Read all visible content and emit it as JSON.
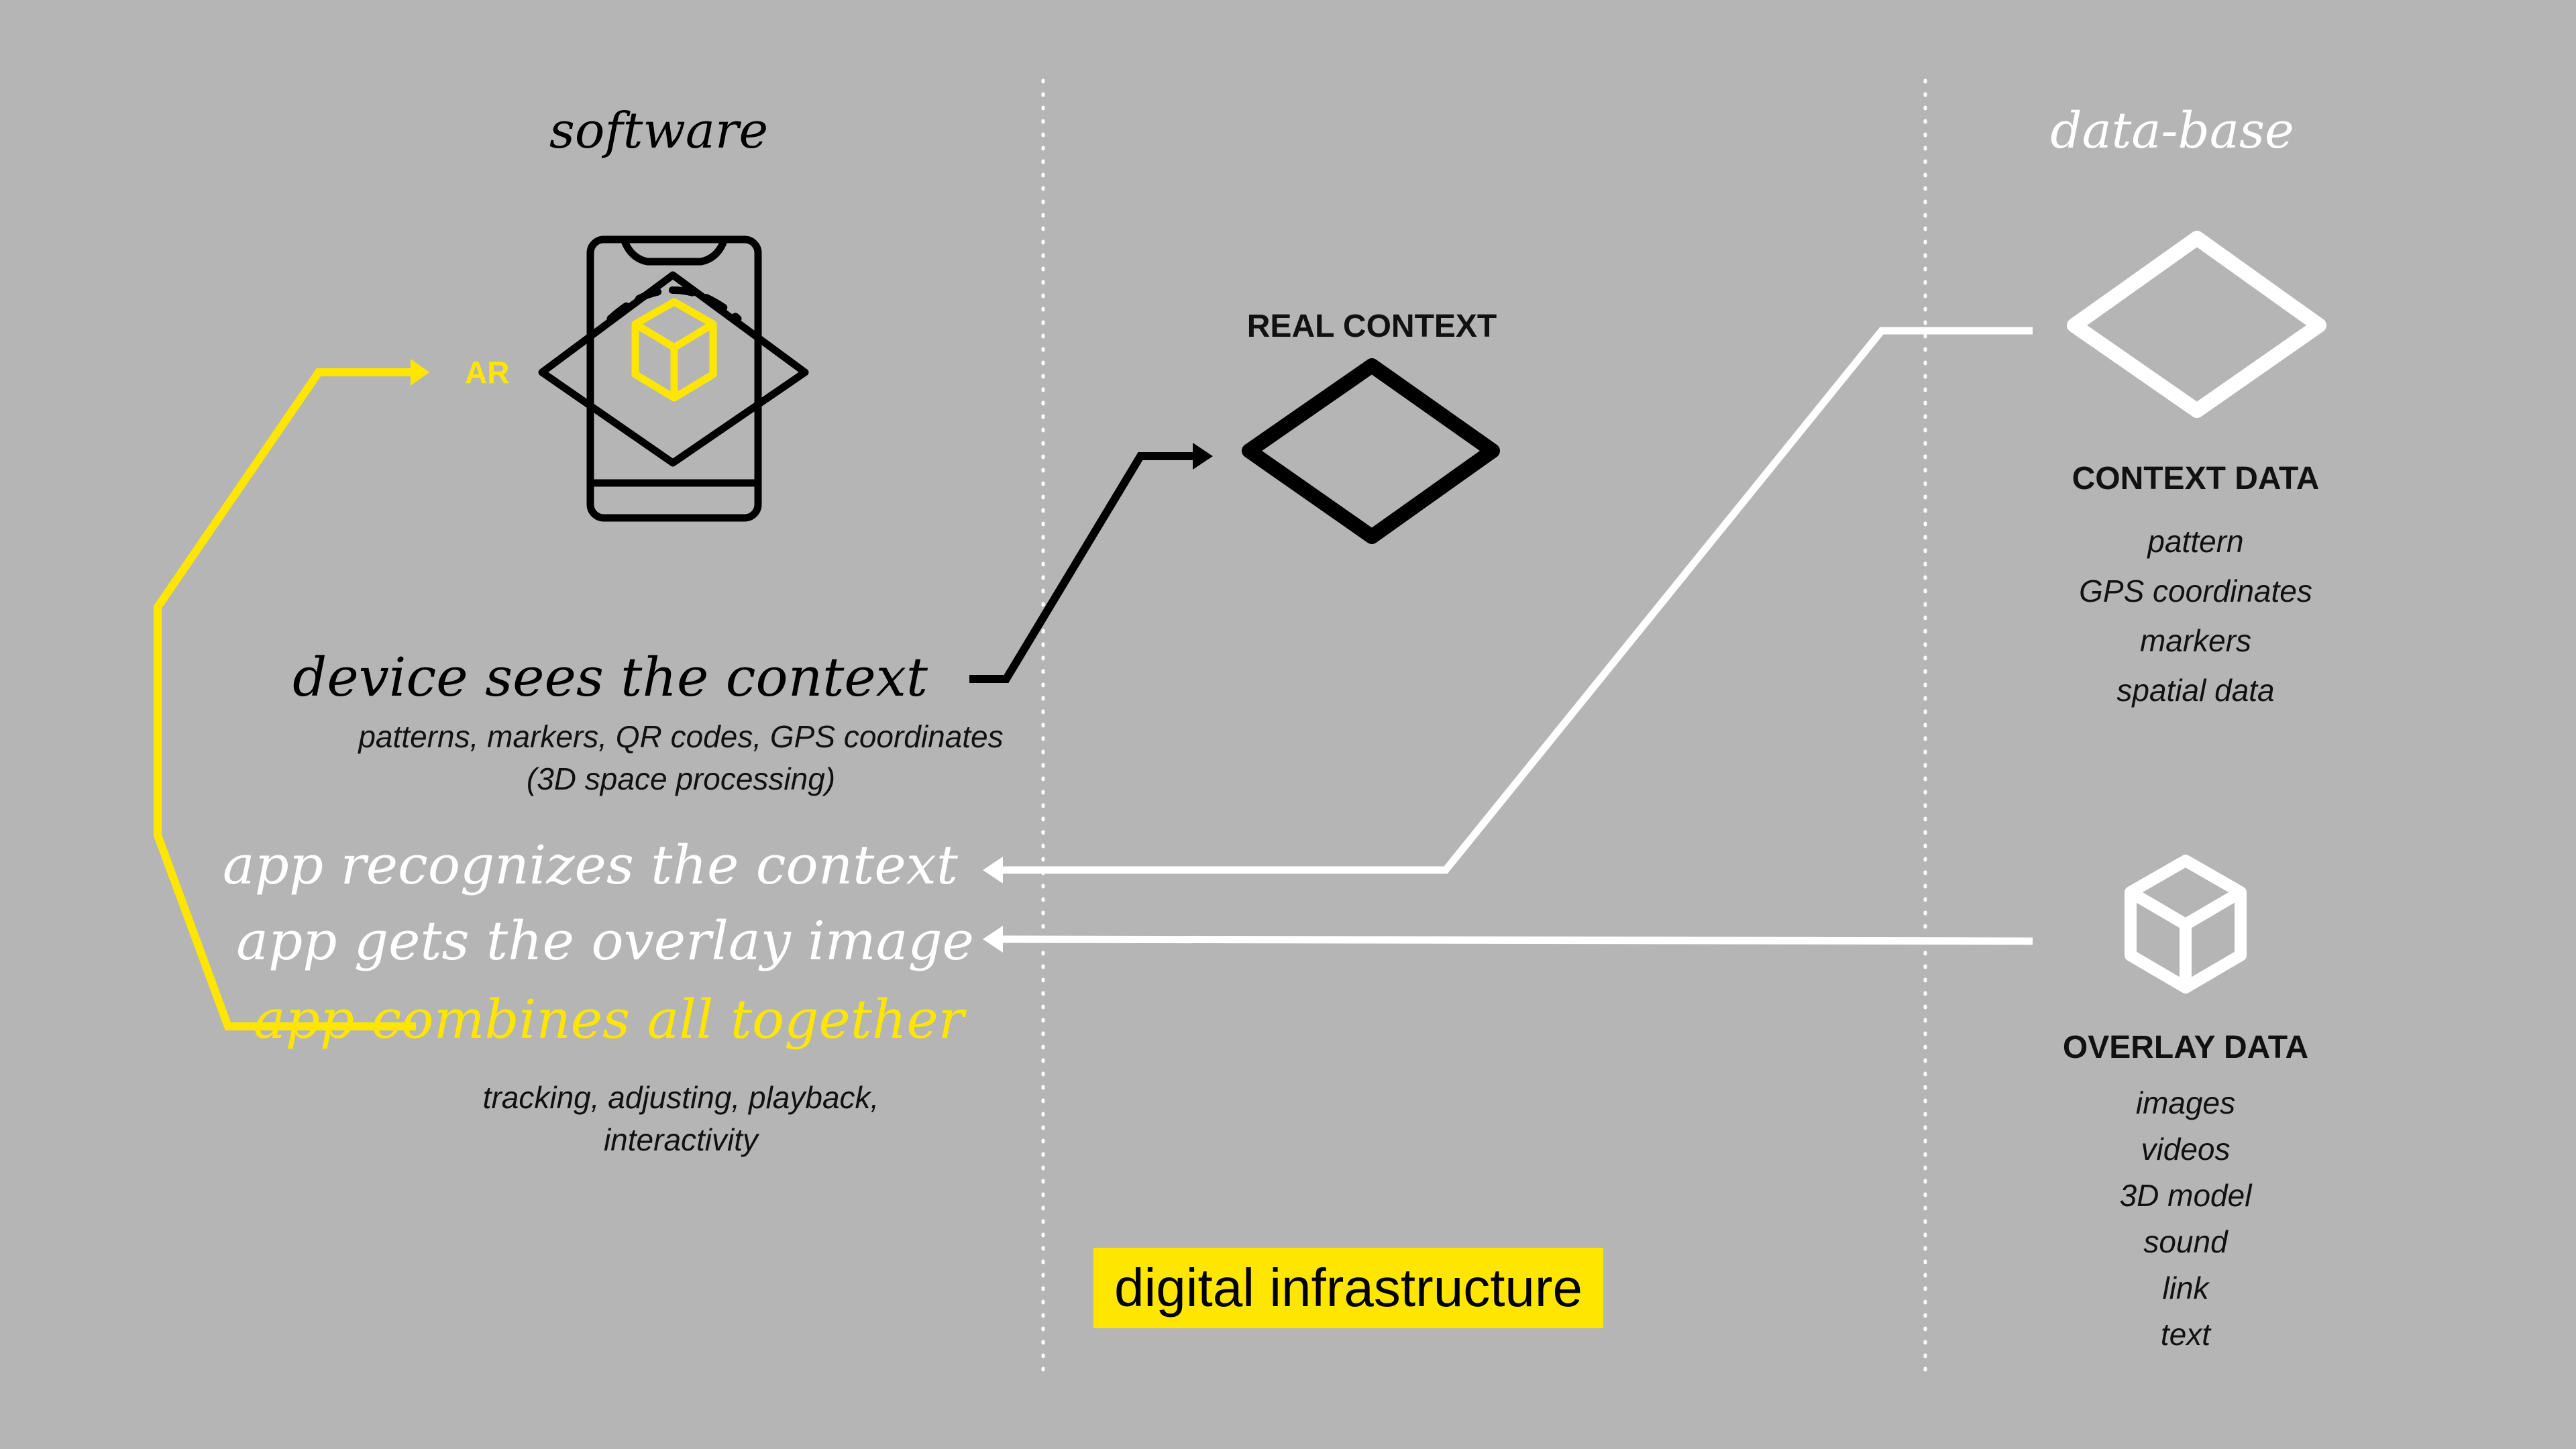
{
  "colors": {
    "background": "#b5b5b5",
    "yellow": "#ffe600",
    "black": "#000000",
    "white": "#ffffff"
  },
  "columns": {
    "software": "software",
    "database": "data-base"
  },
  "ar_label": "AR",
  "real_context": "REAL CONTEXT",
  "steps": {
    "device_sees": "device sees the context",
    "device_sees_detail_1": "patterns, markers, QR codes, GPS coordinates",
    "device_sees_detail_2": "(3D space processing)",
    "app_recognizes": "app recognizes the context",
    "app_gets_overlay": "app gets the overlay image",
    "app_combines": "app combines all together",
    "app_combines_detail_1": "tracking, adjusting, playback,",
    "app_combines_detail_2": "interactivity"
  },
  "context_data": {
    "heading": "CONTEXT DATA",
    "items": [
      "pattern",
      "GPS coordinates",
      "markers",
      "spatial data"
    ]
  },
  "overlay_data": {
    "heading": "OVERLAY DATA",
    "items": [
      "images",
      "videos",
      "3D model",
      "sound",
      "link",
      "text"
    ]
  },
  "digital_infrastructure": "digital infrastructure",
  "icons": [
    "smartphone-icon",
    "ar-cube-icon",
    "diamond-icon",
    "cube-icon"
  ]
}
